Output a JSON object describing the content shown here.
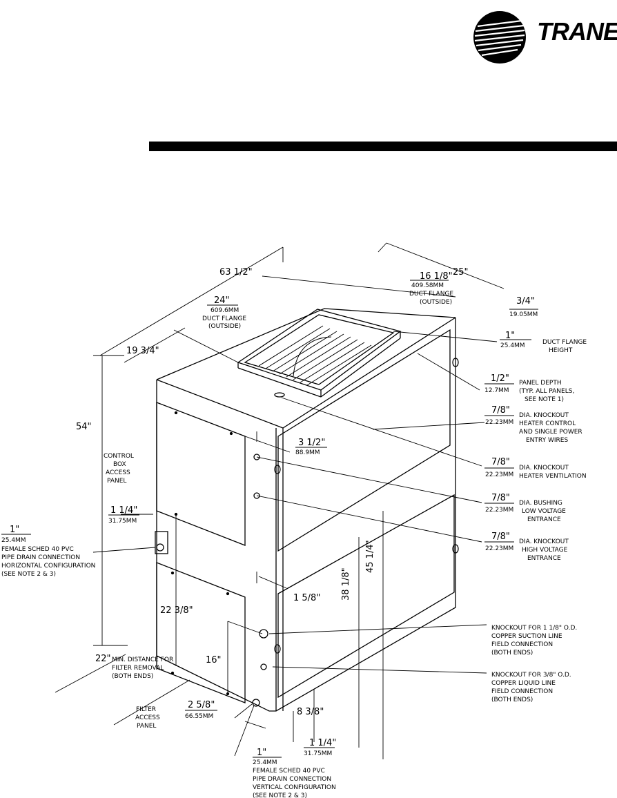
{
  "header": {
    "brand": "TRANE"
  },
  "dimensions": {
    "overall_length": "63 1/2\"",
    "depth": "25\"",
    "height": "54\"",
    "front_offset": "19 3/4\"",
    "flange_width_in": "24\"",
    "flange_width_mm": "609.6MM",
    "flange_width_note1": "DUCT FLANGE",
    "flange_width_note2": "(OUTSIDE)",
    "flange_depth_in": "16 1/8\"",
    "flange_depth_mm": "409.58MM",
    "flange_depth_note1": "DUCT FLANGE",
    "flange_depth_note2": "(OUTSIDE)",
    "edge_in": "3/4\"",
    "edge_mm": "19.05MM",
    "flange_height_in": "1\"",
    "flange_height_mm": "25.4MM",
    "flange_height_text1": "DUCT FLANGE",
    "flange_height_text2": "HEIGHT",
    "panel_depth_in": "1/2\"",
    "panel_depth_mm": "12.7MM",
    "panel_depth_text1": "PANEL DEPTH",
    "panel_depth_text2": "(TYP. ALL PANELS,",
    "panel_depth_text3": "SEE NOTE 1)",
    "ko1_in": "7/8\"",
    "ko1_mm": "22.23MM",
    "ko1_text1": "DIA. KNOCKOUT",
    "ko1_text2": "HEATER CONTROL",
    "ko1_text3": "AND SINGLE POWER",
    "ko1_text4": "ENTRY WIRES",
    "ko2_in": "7/8\"",
    "ko2_mm": "22.23MM",
    "ko2_text1": "DIA. KNOCKOUT",
    "ko2_text2": "HEATER VENTILATION",
    "ko3_in": "7/8\"",
    "ko3_mm": "22.23MM",
    "ko3_text1": "DIA. BUSHING",
    "ko3_text2": "LOW VOLTAGE",
    "ko3_text3": "ENTRANCE",
    "ko4_in": "7/8\"",
    "ko4_mm": "22.23MM",
    "ko4_text1": "DIA. KNOCKOUT",
    "ko4_text2": "HIGH VOLTAGE",
    "ko4_text3": "ENTRANCE",
    "side_offset_in": "3 1/2\"",
    "side_offset_mm": "88.9MM",
    "cb1": "CONTROL",
    "cb2": "BOX",
    "cb3": "ACCESS",
    "cb4": "PANEL",
    "drain_offset_in": "1 1/4\"",
    "drain_offset_mm": "31.75MM",
    "hdrain_in": "1\"",
    "hdrain_mm": "25.4MM",
    "hdrain1": "FEMALE SCHED 40 PVC",
    "hdrain2": "PIPE DRAIN CONNECTION",
    "hdrain3": "HORIZONTAL CONFIGURATION",
    "hdrain4": "(SEE NOTE 2 & 3)",
    "dim_45": "45 1/4\"",
    "dim_38": "38 1/8\"",
    "dim_1_58": "1 5/8\"",
    "dim_22_38": "22 3/8\"",
    "dim_16": "16\"",
    "dim_8_38": "8 3/8\"",
    "filter_clear": "22\"",
    "filter_clear1": "MIN. DISTANCE FOR",
    "filter_clear2": "FILTER REMOVAL",
    "filter_clear3": "(BOTH ENDS)",
    "filter_panel1": "FILTER",
    "filter_panel2": "ACCESS",
    "filter_panel3": "PANEL",
    "vdrain_off_in": "2 5/8\"",
    "vdrain_off_mm": "66.55MM",
    "suction1": "KNOCKOUT FOR 1 1/8\" O.D.",
    "suction2": "COPPER SUCTION LINE",
    "suction3": "FIELD CONNECTION",
    "suction4": "(BOTH ENDS)",
    "liquid1": "KNOCKOUT FOR 3/8\" O.D.",
    "liquid2": "COPPER LIQUID LINE",
    "liquid3": "FIELD CONNECTION",
    "liquid4": "(BOTH ENDS)",
    "bottom_off_in": "1 1/4\"",
    "bottom_off_mm": "31.75MM",
    "vdrain_in": "1\"",
    "vdrain_mm": "25.4MM",
    "vdrain1": "FEMALE SCHED 40 PVC",
    "vdrain2": "PIPE DRAIN CONNECTION",
    "vdrain3": "VERTICAL CONFIGURATION",
    "vdrain4": "(SEE NOTE 2 & 3)"
  }
}
